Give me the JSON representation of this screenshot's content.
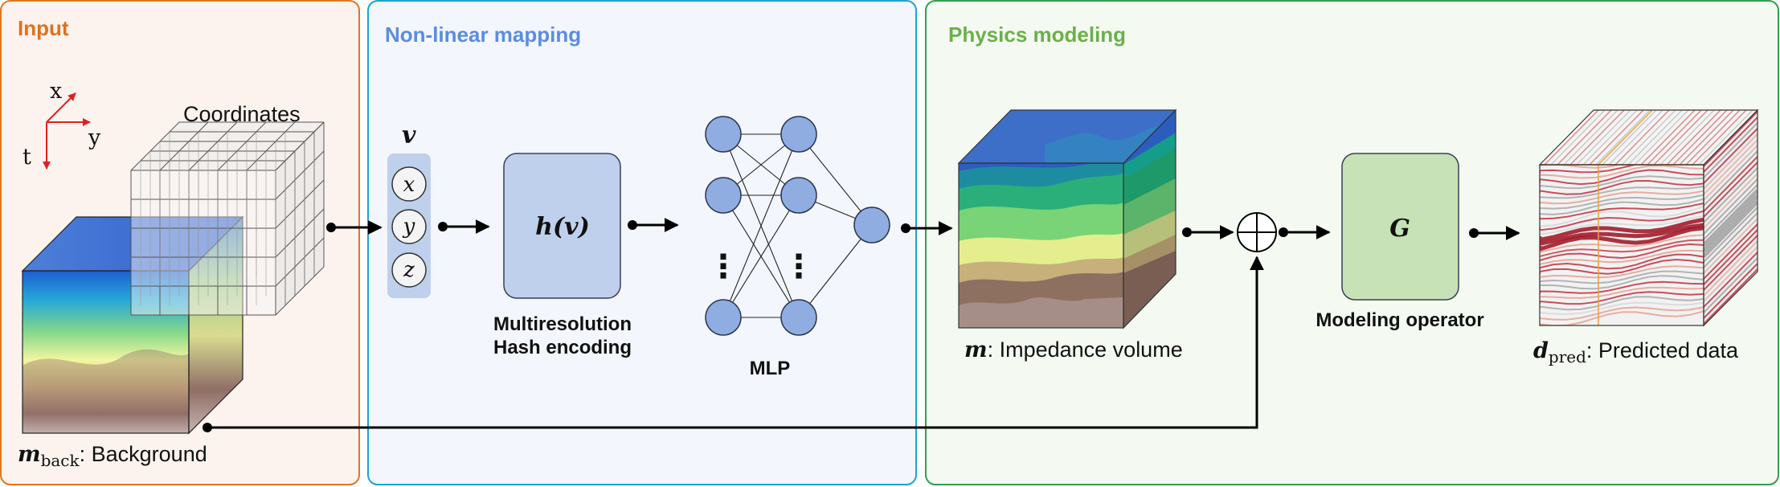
{
  "panels": {
    "input": {
      "title": "Input",
      "color": "#E07020"
    },
    "mapping": {
      "title": "Non-linear mapping",
      "color": "#5B8DE0"
    },
    "physics": {
      "title": "Physics modeling",
      "color": "#6BB04A"
    }
  },
  "axes": {
    "x": "x",
    "y": "y",
    "t": "t"
  },
  "coordinates_label": "Coordinates",
  "background_label": {
    "symbol": "m",
    "subscript": "back",
    "text": ": Background"
  },
  "v_vector": {
    "symbol": "v",
    "entries": [
      "x",
      "y",
      "z"
    ]
  },
  "hash_block": {
    "formula": "h(v)",
    "caption_line1": "Multiresolution",
    "caption_line2": "Hash encoding"
  },
  "mlp": {
    "label": "MLP",
    "ellipsis": "⋮"
  },
  "impedance_label": {
    "symbol": "m",
    "text": ": Impedance volume"
  },
  "sum_symbol": "⊕",
  "operator_block": {
    "symbol": "G",
    "caption": "Modeling operator"
  },
  "predicted_label": {
    "symbol": "d",
    "subscript": "pred",
    "text": ": Predicted data"
  },
  "colors": {
    "panel_input_bg": "#FDF3EE",
    "panel_mapping_bg": "#F3F6FC",
    "panel_physics_bg": "#F4F9F1",
    "panel_input_border": "#E8731E",
    "panel_mapping_border": "#1AA5D0",
    "panel_physics_border": "#2FA14A",
    "block_blue": "#BFD0EC",
    "block_green": "#C6E2B6",
    "node_fill": "#8FADE0",
    "axis_red": "#E02020"
  }
}
